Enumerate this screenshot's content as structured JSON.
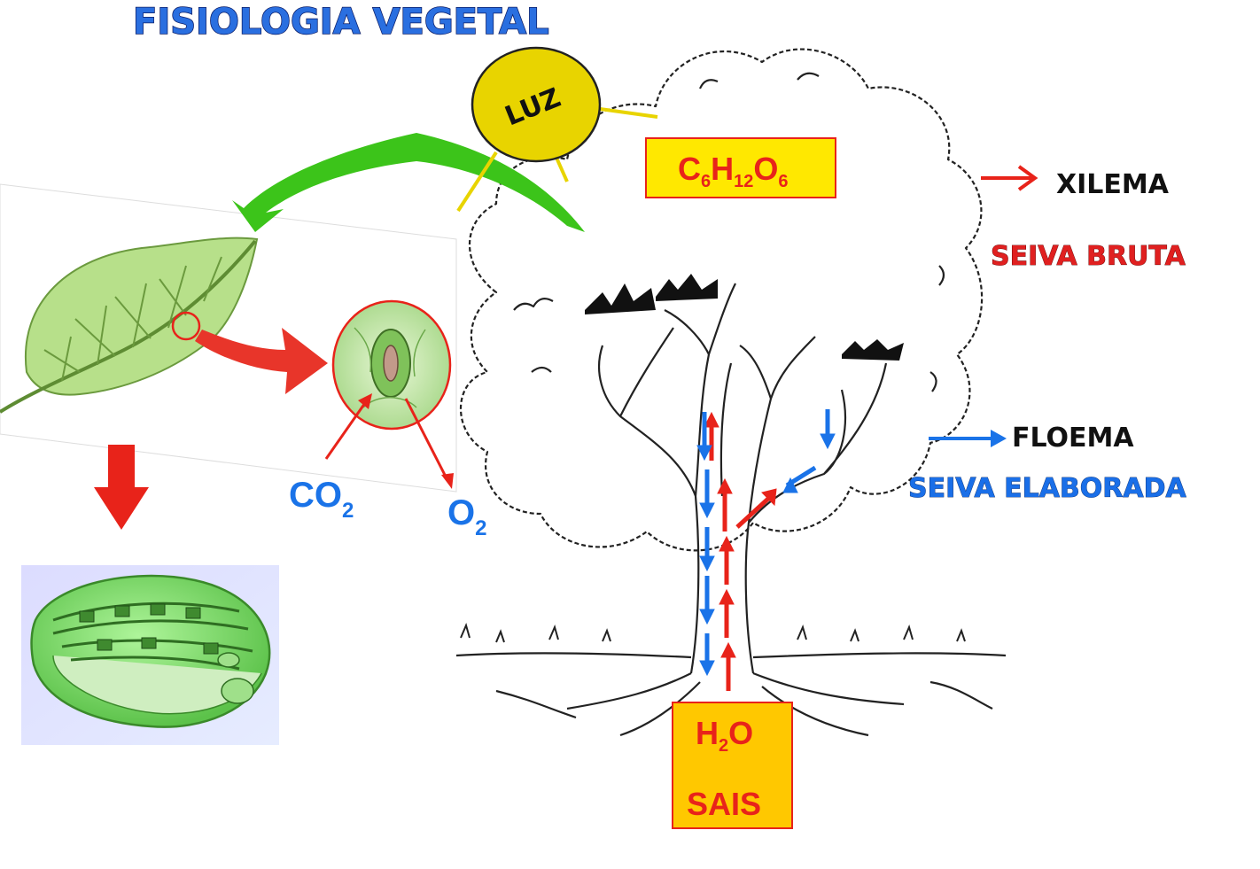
{
  "title": "FISIOLOGIA VEGETAL",
  "sun": {
    "label": "LUZ"
  },
  "glucose": {
    "c": "C",
    "c_sub": "6",
    "h": "H",
    "h_sub": "12",
    "o": "O",
    "o_sub": "6"
  },
  "gases": {
    "co2": {
      "base": "CO",
      "sub": "2"
    },
    "o2": {
      "base": "O",
      "sub": "2"
    }
  },
  "soil_box": {
    "water": {
      "h": "H",
      "sub": "2",
      "o": "O"
    },
    "salts": "SAIS"
  },
  "legend": {
    "xylem": "XILEMA",
    "raw_sap": "SEIVA BRUTA",
    "phloem": "FLOEMA",
    "elaborated_sap": "SEIVA ELABORADA"
  },
  "colors": {
    "xylem_arrow": "#e8231a",
    "phloem_arrow": "#1a73e8",
    "green_arrow": "#3cc41a",
    "sun": "#e8d400",
    "box_fill": "#ffe800",
    "soil_box_fill": "#ffc800",
    "leaf": "#b7e08a",
    "chloroplast": "#7fd66a"
  }
}
